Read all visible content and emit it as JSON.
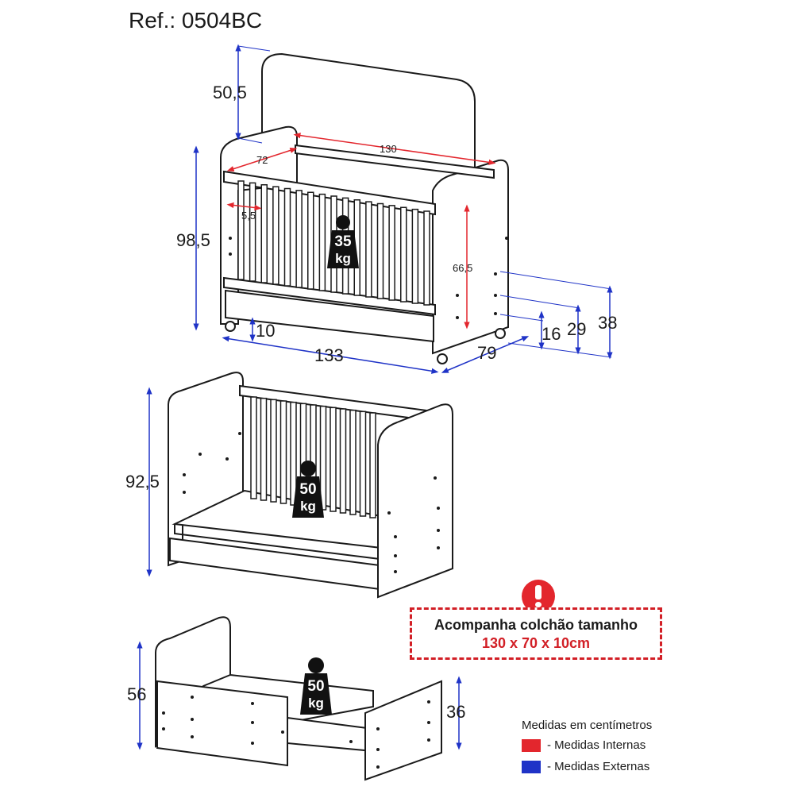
{
  "ref": "Ref.: 0504BC",
  "colors": {
    "internal": "#e3262d",
    "external": "#1f33c7",
    "line": "#1a1a1a"
  },
  "crib": {
    "labels": {
      "height_backrest": "50,5",
      "height_total": "98,5",
      "width_internal": "130",
      "depth_internal": "72",
      "rail_gap": "5,5",
      "side_internal": "66,5",
      "caster": "10",
      "width_total": "133",
      "depth_total": "79",
      "h16": "16",
      "h29": "29",
      "h38": "38"
    },
    "weight": {
      "value": "35",
      "unit": "kg"
    }
  },
  "bed": {
    "labels": {
      "height_total": "92,5"
    },
    "weight": {
      "value": "50",
      "unit": "kg"
    }
  },
  "mini": {
    "labels": {
      "height_back": "56",
      "height_side": "36"
    },
    "weight": {
      "value": "50",
      "unit": "kg"
    }
  },
  "notice": {
    "line1": "Acompanha colchão tamanho",
    "line2": "130 x 70 x 10cm",
    "icon": "exclamation-icon"
  },
  "legend": {
    "title": "Medidas em centímetros",
    "internal": "- Medidas Internas",
    "external": "- Medidas Externas"
  }
}
